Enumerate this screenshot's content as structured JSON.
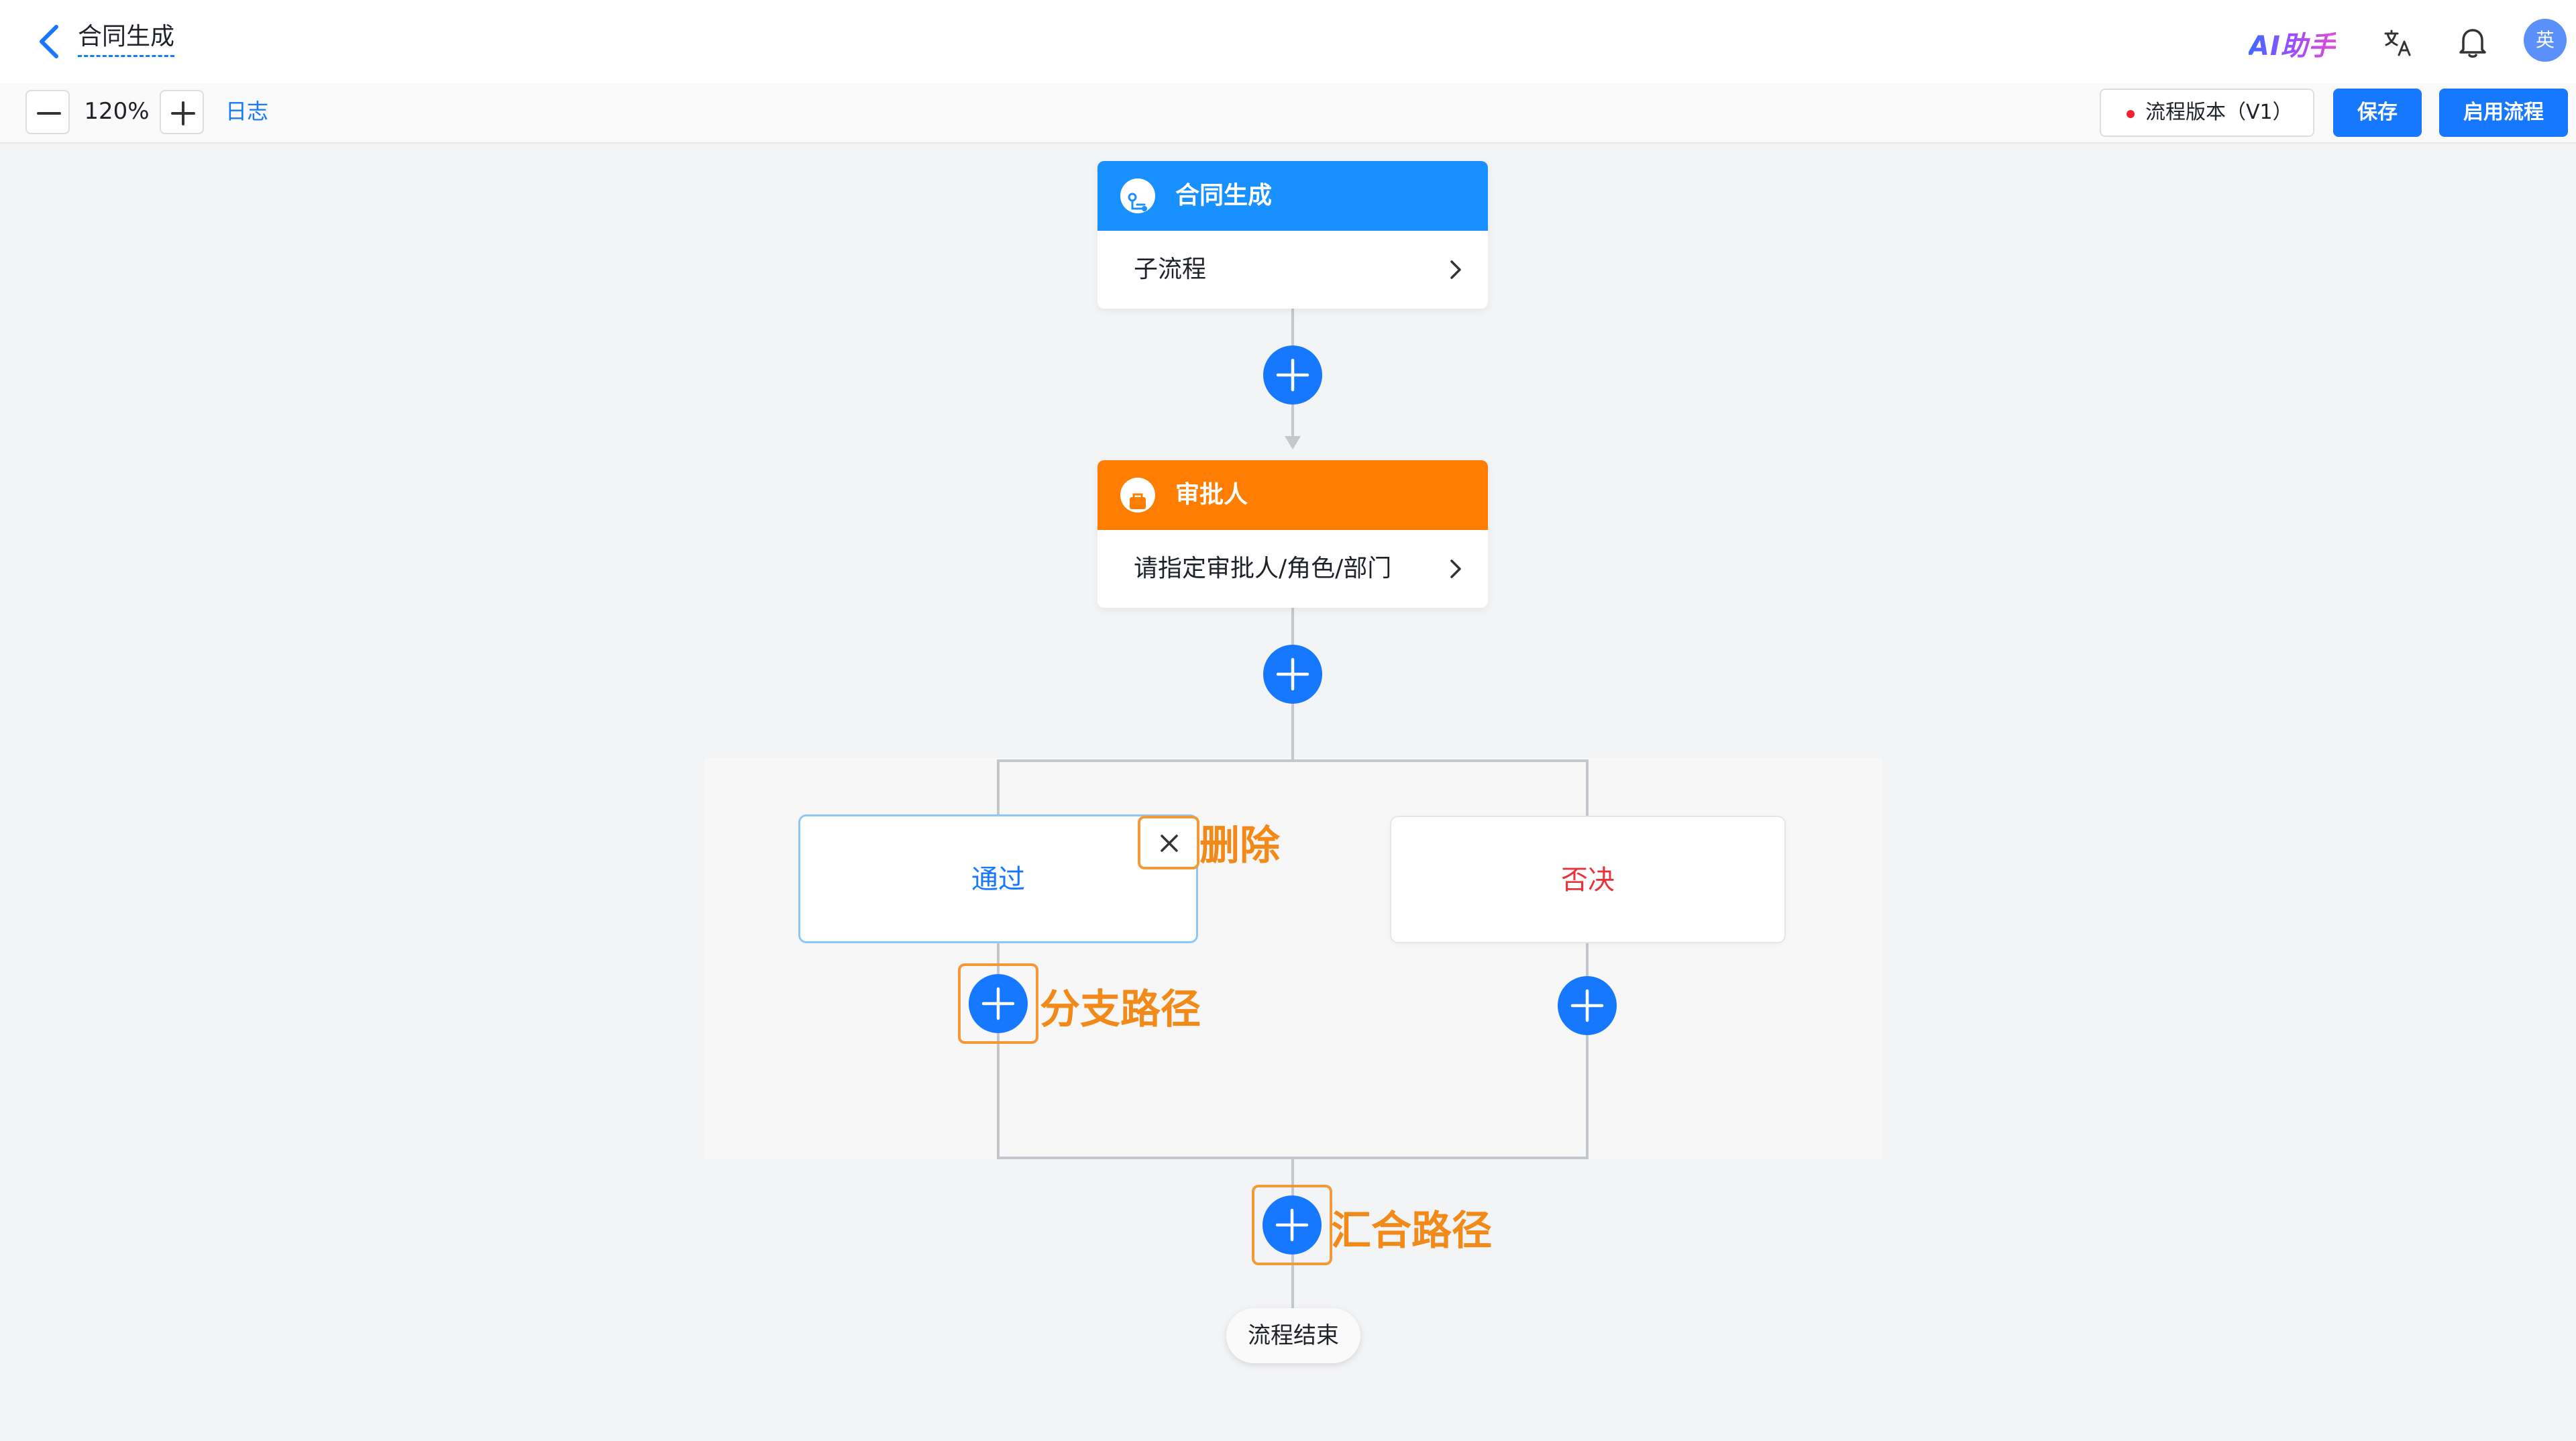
{
  "header": {
    "title": "合同生成",
    "ai_assistant": "AI助手",
    "avatar_text": "英"
  },
  "toolbar": {
    "zoom_level": "120%",
    "log_label": "日志",
    "version_label": "流程版本（V1）",
    "save_label": "保存",
    "enable_label": "启用流程"
  },
  "flow": {
    "subprocess_node": {
      "title": "合同生成",
      "body": "子流程",
      "color": "#1890ff"
    },
    "approver_node": {
      "title": "审批人",
      "body": "请指定审批人/角色/部门",
      "color": "#ff7d00"
    },
    "branches": [
      {
        "label": "通过",
        "color": "#1677ff"
      },
      {
        "label": "否决",
        "color": "#e8333a"
      }
    ],
    "end_label": "流程结束"
  },
  "annotations": {
    "delete": "删除",
    "branch_path": "分支路径",
    "merge_path": "汇合路径"
  },
  "colors": {
    "primary": "#1677ff",
    "annotation": "#f28a1a"
  }
}
